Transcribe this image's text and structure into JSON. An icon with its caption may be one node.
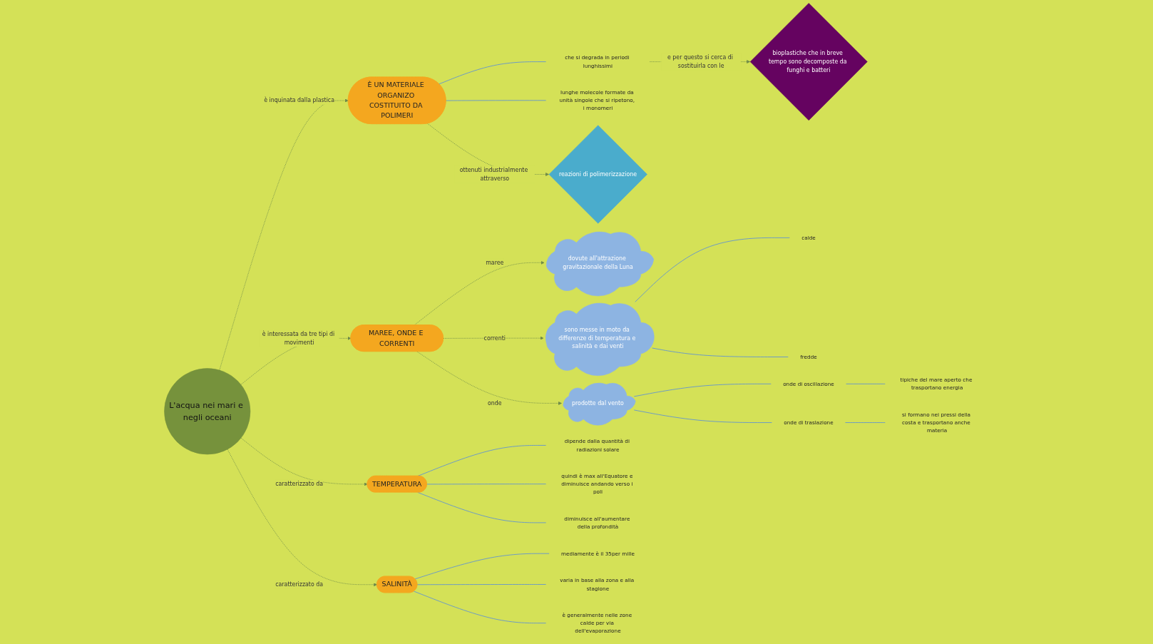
{
  "diagram": {
    "nodes": [
      {
        "text": [
          "L'acqua nei mari e negli oceani"
        ]
      },
      {
        "text": [
          "È UN MATERIALE ORGANIZO COSTITUITO DA POLIMERI"
        ]
      },
      {
        "text": [
          "che si degrada in periodi lunghissimi"
        ]
      },
      {
        "text": [
          "lunghe molecole formate da unità singole che si ripetono, i monomeri"
        ]
      },
      {
        "text": [
          "bioplastiche che in breve tempo sono decomposte da funghi e batteri"
        ]
      },
      {
        "text": [
          "reazioni di polimerizzazione"
        ]
      },
      {
        "text": [
          "MAREE, ONDE E CORRENTI"
        ]
      },
      {
        "text": [
          "dovute all'attrazione gravitazionale della Luna"
        ]
      },
      {
        "text": [
          "sono messe in moto da differenze di temperatura e salinità e dai venti"
        ]
      },
      {
        "text": [
          "calde"
        ]
      },
      {
        "text": [
          "fredde"
        ]
      },
      {
        "text": [
          "prodotte dal vento"
        ]
      },
      {
        "text": [
          "onde di oscillazione"
        ]
      },
      {
        "text": [
          "tipiche del mare aperto che trasportano energia"
        ]
      },
      {
        "text": [
          "onde di traslazione"
        ]
      },
      {
        "text": [
          "si formano nei pressi della costa e trasportano anche materia"
        ]
      },
      {
        "text": [
          "TEMPERATURA"
        ]
      },
      {
        "text": [
          "dipende dalla quantità di radiazioni solare"
        ]
      },
      {
        "text": [
          "quindi è max all'Equatore e diminuisce andando verso i poli"
        ]
      },
      {
        "text": [
          "diminuisce all'aumentare della profondità"
        ]
      },
      {
        "text": [
          "SALINITÀ"
        ]
      },
      {
        "text": [
          "mediamente è il 35per mille"
        ]
      },
      {
        "text": [
          "varia in base alla zona e alla stagione"
        ]
      },
      {
        "text": [
          "è generalmente nelle zone calde per via dell'evaporazione"
        ]
      }
    ],
    "edges": [
      {
        "from": 0,
        "to": 1,
        "arrow": "to",
        "label": "è inquinata dalla plastica",
        "style": "dashed",
        "color": "#6e8a4a"
      },
      {
        "from": 1,
        "to": 2,
        "arrow": "none"
      },
      {
        "from": 1,
        "to": 3,
        "arrow": "none"
      },
      {
        "from": 2,
        "to": 4,
        "arrow": "to",
        "label": "e per questo si cerca di sostituirla con le",
        "style": "dashed",
        "color": "#6e8a4a"
      },
      {
        "from": 1,
        "to": 5,
        "arrow": "to",
        "label": "ottenuti industrialmente attraverso",
        "style": "dashed",
        "color": "#6e8a4a"
      },
      {
        "from": 0,
        "to": 6,
        "arrow": "to",
        "label": "è interessata da tre tipi di movimenti",
        "style": "dashed",
        "color": "#6e8a4a"
      },
      {
        "from": 6,
        "to": 7,
        "arrow": "to",
        "label": "maree",
        "style": "dashed",
        "color": "#6e8a4a"
      },
      {
        "from": 6,
        "to": 8,
        "arrow": "to",
        "label": "correnti",
        "style": "dashed",
        "color": "#6e8a4a"
      },
      {
        "from": 8,
        "to": 9,
        "arrow": "none"
      },
      {
        "from": 8,
        "to": 10,
        "arrow": "none"
      },
      {
        "from": 6,
        "to": 11,
        "arrow": "to",
        "label": "onde",
        "style": "dashed",
        "color": "#6e8a4a"
      },
      {
        "from": 11,
        "to": 12,
        "arrow": "none"
      },
      {
        "from": 12,
        "to": 13,
        "arrow": "none"
      },
      {
        "from": 11,
        "to": 14,
        "arrow": "none"
      },
      {
        "from": 14,
        "to": 15,
        "arrow": "none"
      },
      {
        "from": 0,
        "to": 16,
        "arrow": "to",
        "label": "caratterizzato da",
        "style": "dashed",
        "color": "#6e8a4a"
      },
      {
        "from": 16,
        "to": 17,
        "arrow": "none"
      },
      {
        "from": 16,
        "to": 18,
        "arrow": "none"
      },
      {
        "from": 16,
        "to": 19,
        "arrow": "none"
      },
      {
        "from": 0,
        "to": 20,
        "arrow": "to",
        "label": "caratterizzato da",
        "style": "dashed",
        "color": "#6e8a4a"
      },
      {
        "from": 20,
        "to": 21,
        "arrow": "none"
      },
      {
        "from": 20,
        "to": 22,
        "arrow": "none"
      },
      {
        "from": 20,
        "to": 23,
        "arrow": "none"
      }
    ]
  }
}
